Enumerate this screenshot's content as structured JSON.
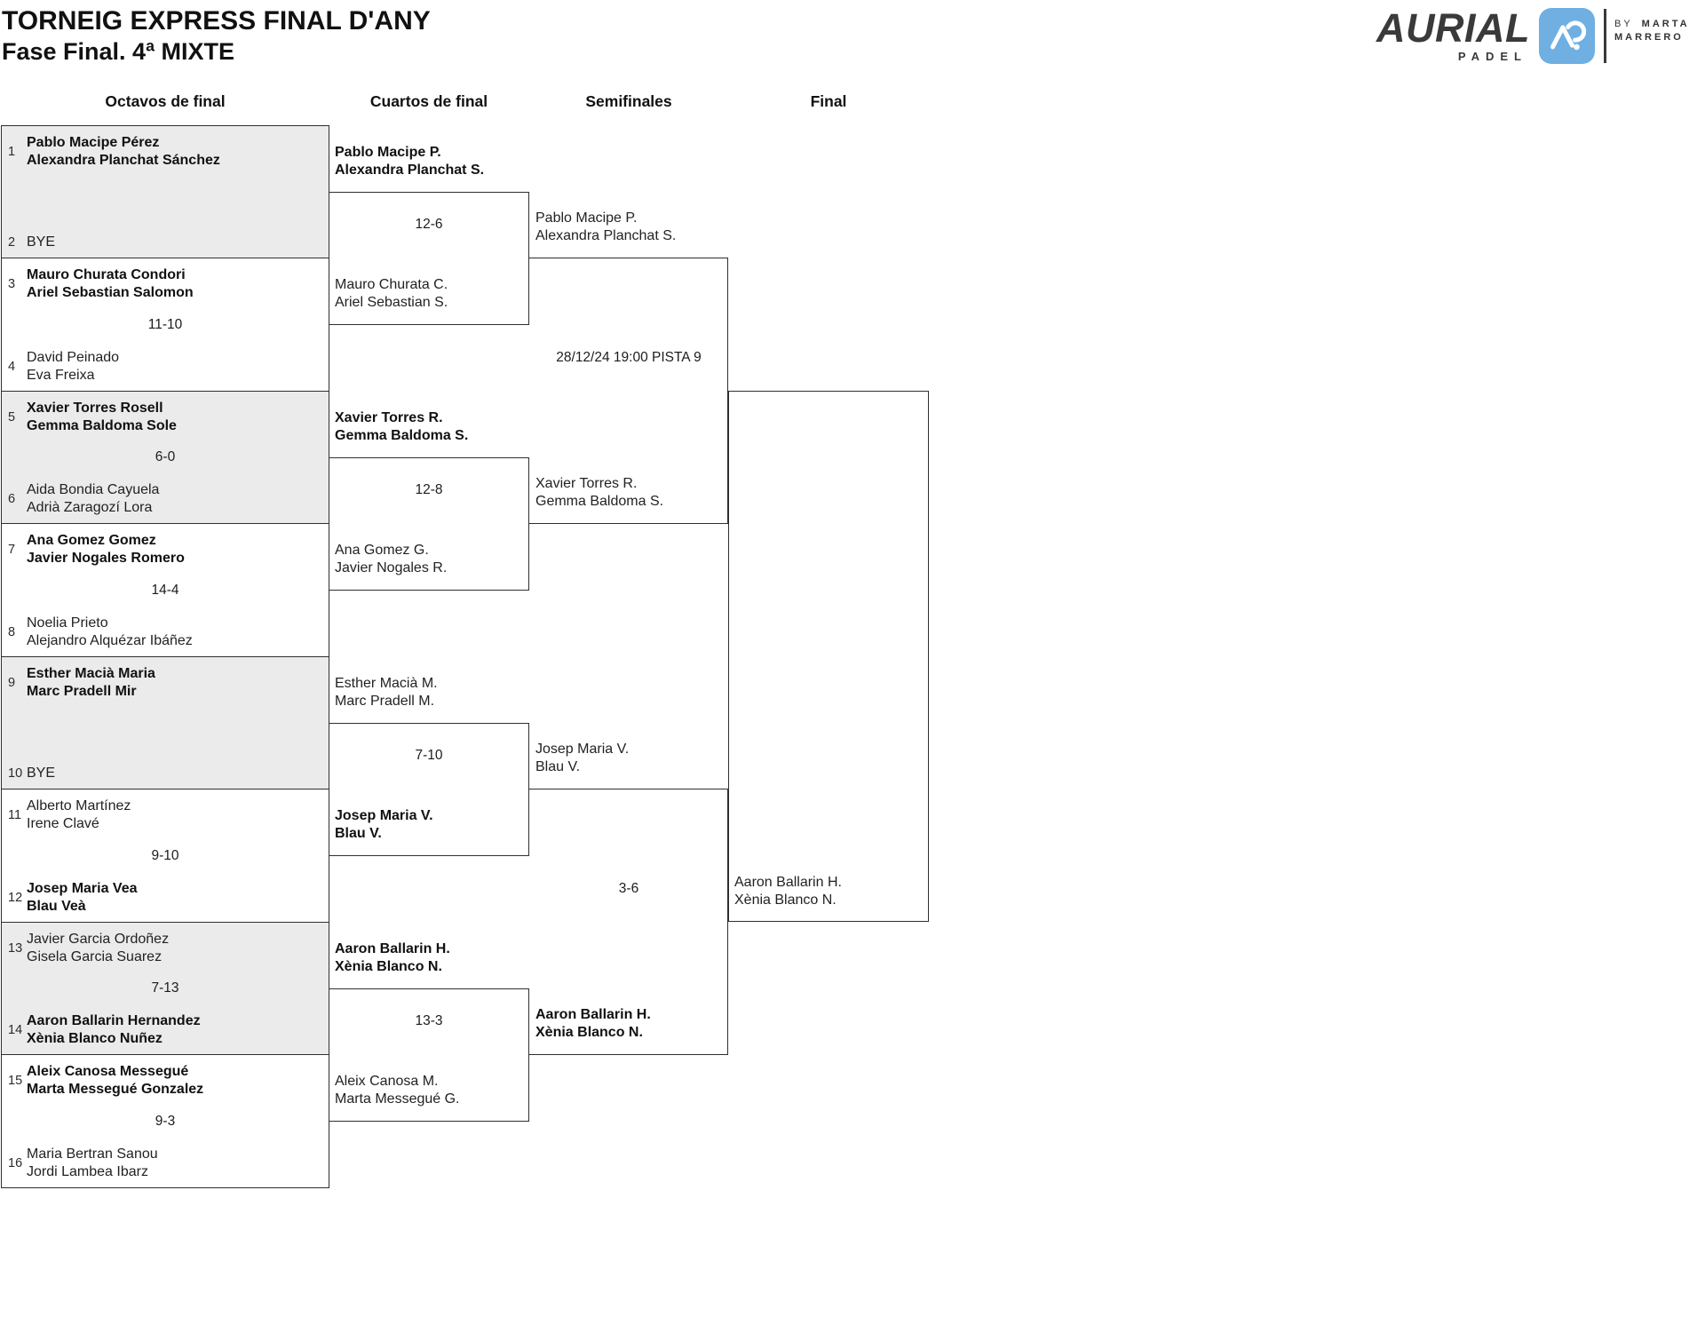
{
  "header": {
    "title_line1": "TORNEIG EXPRESS FINAL D'ANY",
    "title_line2": "Fase Final. 4ª MIXTE"
  },
  "logo": {
    "brand": "AURIAL",
    "brand_sub": "PADEL",
    "by_prefix": "BY",
    "by_name_line1": "MARTA",
    "by_name_line2": "MARRERO",
    "accent_blue": "#6fafe2",
    "ink": "#3a3a3a"
  },
  "columns": [
    {
      "label": "Octavos de final"
    },
    {
      "label": "Cuartos de final"
    },
    {
      "label": "Semifinales"
    },
    {
      "label": "Final"
    }
  ],
  "colors": {
    "shaded_box": "#ebebeb",
    "border": "#2f2f2f"
  },
  "bracket": {
    "octavos": [
      {
        "seed_top": "1",
        "top1": "Pablo Macipe Pérez",
        "top2": "Alexandra Planchat Sánchez",
        "score": "",
        "seed_bottom": "2",
        "bottom1": "BYE",
        "bottom2": ""
      },
      {
        "seed_top": "3",
        "top1": "Mauro Churata Condori",
        "top2": "Ariel Sebastian Salomon",
        "score": "11-10",
        "seed_bottom": "4",
        "bottom1": "David Peinado",
        "bottom2": "Eva Freixa"
      },
      {
        "seed_top": "5",
        "top1": "Xavier Torres Rosell",
        "top2": "Gemma Baldoma Sole",
        "score": "6-0",
        "seed_bottom": "6",
        "bottom1": "Aida Bondia Cayuela",
        "bottom2": "Adrià Zaragozí Lora"
      },
      {
        "seed_top": "7",
        "top1": "Ana Gomez Gomez",
        "top2": "Javier Nogales Romero",
        "score": "14-4",
        "seed_bottom": "8",
        "bottom1": "Noelia Prieto",
        "bottom2": "Alejandro Alquézar Ibáñez"
      },
      {
        "seed_top": "9",
        "top1": "Esther Macià Maria",
        "top2": "Marc Pradell Mir",
        "score": "",
        "seed_bottom": "10",
        "bottom1": "BYE",
        "bottom2": ""
      },
      {
        "seed_top": "11",
        "top1": "Alberto Martínez",
        "top2": "Irene Clavé",
        "score": "9-10",
        "seed_bottom": "12",
        "bottom1": "Josep Maria Vea",
        "bottom2": "Blau Veà"
      },
      {
        "seed_top": "13",
        "top1": "Javier Garcia Ordoñez",
        "top2": "Gisela Garcia Suarez",
        "score": "7-13",
        "seed_bottom": "14",
        "bottom1": "Aaron Ballarin Hernandez",
        "bottom2": "Xènia Blanco Nuñez"
      },
      {
        "seed_top": "15",
        "top1": "Aleix Canosa Messegué",
        "top2": "Marta Messegué Gonzalez",
        "score": "9-3",
        "seed_bottom": "16",
        "bottom1": "Maria Bertran Sanou",
        "bottom2": "Jordi Lambea Ibarz"
      }
    ],
    "cuartos": [
      {
        "top1": "Pablo Macipe P.",
        "top2": "Alexandra Planchat S.",
        "score": "12-6",
        "bottom1": "Mauro Churata C.",
        "bottom2": "Ariel Sebastian S."
      },
      {
        "top1": "Xavier Torres R.",
        "top2": "Gemma Baldoma S.",
        "score": "12-8",
        "bottom1": "Ana Gomez G.",
        "bottom2": "Javier Nogales R."
      },
      {
        "top1": "Esther Macià M.",
        "top2": "Marc Pradell M.",
        "score": "7-10",
        "bottom1": "Josep Maria V.",
        "bottom2": "Blau V."
      },
      {
        "top1": "Aaron Ballarin H.",
        "top2": "Xènia Blanco N.",
        "score": "13-3",
        "bottom1": "Aleix Canosa M.",
        "bottom2": "Marta Messegué G."
      }
    ],
    "semifinales": [
      {
        "top1": "Pablo Macipe P.",
        "top2": "Alexandra Planchat S.",
        "note": "28/12/24 19:00 PISTA 9",
        "bottom1": "Xavier Torres R.",
        "bottom2": "Gemma Baldoma S."
      },
      {
        "top1": "Josep Maria V.",
        "top2": "Blau V.",
        "score": "3-6",
        "bottom1": "Aaron Ballarin H.",
        "bottom2": "Xènia Blanco N."
      }
    ],
    "final": {
      "winner1": "Aaron Ballarin H.",
      "winner2": "Xènia Blanco N."
    }
  }
}
